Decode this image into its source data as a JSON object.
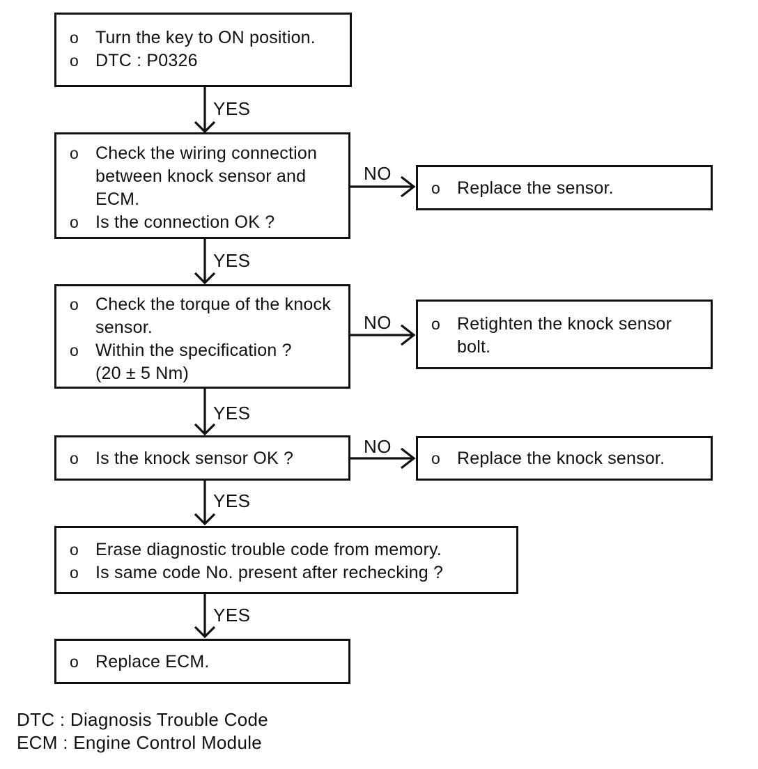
{
  "labels": {
    "yes": "YES",
    "no": "NO"
  },
  "steps": {
    "s1": {
      "name": "turn-key-dtc",
      "lines": [
        {
          "b": "o",
          "t": "Turn the key to ON position."
        },
        {
          "b": "o",
          "t": "DTC : P0326"
        }
      ]
    },
    "s2": {
      "name": "check-wiring",
      "lines": [
        {
          "b": "o",
          "t": "Check the wiring connection"
        },
        {
          "b": "",
          "t": "between knock sensor and"
        },
        {
          "b": "",
          "t": "ECM."
        },
        {
          "b": "o",
          "t": "Is the connection OK ?"
        }
      ]
    },
    "s3": {
      "name": "check-torque",
      "lines": [
        {
          "b": "o",
          "t": "Check the torque of the knock"
        },
        {
          "b": "",
          "t": "sensor."
        },
        {
          "b": "o",
          "t": "Within the specification ?"
        },
        {
          "b": "",
          "t": "(20 ± 5 Nm)"
        }
      ]
    },
    "s4": {
      "name": "knock-sensor-ok",
      "lines": [
        {
          "b": "o",
          "t": "Is the knock sensor OK ?"
        }
      ]
    },
    "s5": {
      "name": "erase-dtc",
      "lines": [
        {
          "b": "o",
          "t": "Erase diagnostic trouble code from memory."
        },
        {
          "b": "o",
          "t": "Is same code No. present after rechecking ?"
        }
      ]
    },
    "s6": {
      "name": "replace-ecm",
      "lines": [
        {
          "b": "o",
          "t": "Replace ECM."
        }
      ]
    },
    "r1": {
      "name": "replace-sensor",
      "lines": [
        {
          "b": "o",
          "t": "Replace the sensor."
        }
      ]
    },
    "r2": {
      "name": "retighten-bolt",
      "lines": [
        {
          "b": "o",
          "t": "Retighten the knock sensor"
        },
        {
          "b": "",
          "t": "bolt."
        }
      ]
    },
    "r3": {
      "name": "replace-knock-sensor",
      "lines": [
        {
          "b": "o",
          "t": "Replace the knock sensor."
        }
      ]
    }
  },
  "footnotes": {
    "dtc": "DTC : Diagnosis Trouble Code",
    "ecm": "ECM : Engine Control Module"
  },
  "colors": {
    "ink": "#111111",
    "background": "#ffffff"
  }
}
